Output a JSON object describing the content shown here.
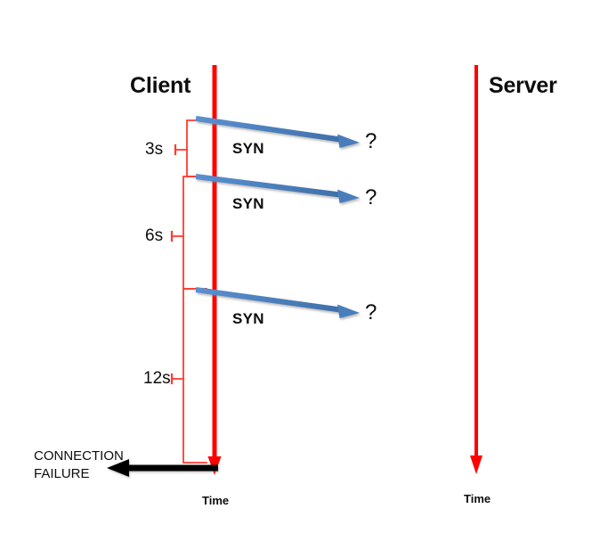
{
  "diagram": {
    "title_client": "Client",
    "title_server": "Server",
    "axis_label_client": "Time",
    "axis_label_server": "Time",
    "failure_label_line1": "CONNECTION",
    "failure_label_line2": "FAILURE",
    "colors": {
      "lifeline": "#FF0000",
      "bracket": "#FF3B30",
      "message_arrow": "#4A7EBB",
      "failure_arrow": "#000000",
      "text": "#0D0D0D",
      "background": "#FFFFFF"
    },
    "messages": [
      {
        "label": "SYN",
        "response": "?"
      },
      {
        "label": "SYN",
        "response": "?"
      },
      {
        "label": "SYN",
        "response": "?"
      }
    ],
    "retry_intervals": [
      {
        "label": "3s"
      },
      {
        "label": "6s"
      },
      {
        "label": "12s"
      }
    ]
  }
}
